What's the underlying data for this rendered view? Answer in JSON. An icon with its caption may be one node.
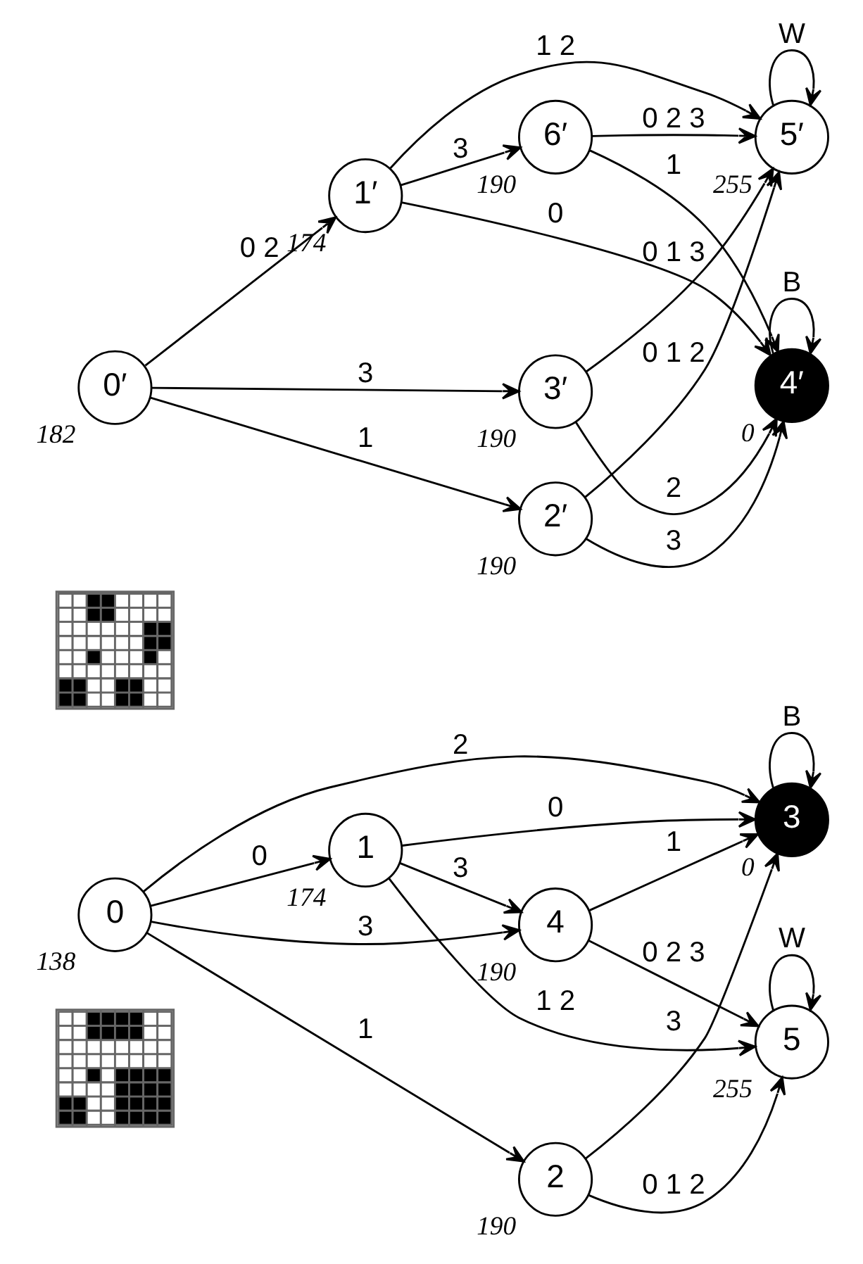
{
  "diagram": {
    "nodes": [
      {
        "text": [],
        "shape": "grid"
      },
      {
        "text": [
          "0"
        ],
        "beside": [
          "138"
        ]
      },
      {
        "text": [
          "1"
        ],
        "beside": [
          "174"
        ]
      },
      {
        "text": [
          "2"
        ],
        "beside": [
          "190"
        ]
      },
      {
        "text": [
          "3"
        ],
        "beside": [
          "0"
        ]
      },
      {
        "text": [
          "4"
        ],
        "beside": [
          "190"
        ]
      },
      {
        "text": [
          "5"
        ],
        "beside": [
          "255"
        ]
      },
      {
        "text": [],
        "shape": "grid"
      },
      {
        "text": [
          "0′"
        ],
        "beside": [
          "182"
        ]
      },
      {
        "text": [
          "1′"
        ],
        "beside": [
          "174"
        ]
      },
      {
        "text": [
          "2′"
        ],
        "beside": [
          "190"
        ]
      },
      {
        "text": [
          "3′"
        ],
        "beside": [
          "190"
        ]
      },
      {
        "text": [
          "4′"
        ],
        "beside": [
          "0"
        ]
      },
      {
        "text": [
          "5′"
        ],
        "beside": [
          "255"
        ]
      },
      {
        "text": [
          "6′"
        ],
        "beside": [
          "190"
        ]
      }
    ],
    "edges": [
      {
        "from": 1,
        "to": 2,
        "arrow": "to",
        "label": "0"
      },
      {
        "from": 1,
        "to": 3,
        "arrow": "to",
        "label": "1"
      },
      {
        "from": 1,
        "to": 4,
        "arrow": "to",
        "label": "2"
      },
      {
        "from": 1,
        "to": 5,
        "arrow": "to",
        "label": "3"
      },
      {
        "from": 2,
        "to": 6,
        "arrow": "to",
        "label": "1 2"
      },
      {
        "from": 2,
        "to": 4,
        "arrow": "to",
        "label": "0"
      },
      {
        "from": 2,
        "to": 5,
        "arrow": "to",
        "label": "3"
      },
      {
        "from": 3,
        "to": 6,
        "arrow": "to",
        "label": "0 1 2"
      },
      {
        "from": 3,
        "to": 4,
        "arrow": "to",
        "label": "3"
      },
      {
        "from": 5,
        "to": 4,
        "arrow": "to",
        "label": "1"
      },
      {
        "from": 5,
        "to": 6,
        "arrow": "to",
        "label": "0 2 3"
      },
      {
        "from": 4,
        "to": 4,
        "arrow": "to",
        "label": "B"
      },
      {
        "from": 6,
        "to": 6,
        "arrow": "to",
        "label": "W"
      },
      {
        "from": 8,
        "to": 9,
        "arrow": "to",
        "label": "0 2"
      },
      {
        "from": 8,
        "to": 10,
        "arrow": "to",
        "label": "1"
      },
      {
        "from": 8,
        "to": 11,
        "arrow": "to",
        "label": "3"
      },
      {
        "from": 9,
        "to": 14,
        "arrow": "to",
        "label": "3"
      },
      {
        "from": 9,
        "to": 12,
        "arrow": "to",
        "label": "0"
      },
      {
        "from": 9,
        "to": 13,
        "arrow": "to",
        "label": "1 2"
      },
      {
        "from": 10,
        "to": 12,
        "arrow": "to",
        "label": "3"
      },
      {
        "from": 10,
        "to": 13,
        "arrow": "to",
        "label": "0 1 2"
      },
      {
        "from": 11,
        "to": 13,
        "arrow": "to",
        "label": "0 1 3"
      },
      {
        "from": 11,
        "to": 12,
        "arrow": "to",
        "label": "2"
      },
      {
        "from": 14,
        "to": 12,
        "arrow": "to",
        "label": "1"
      },
      {
        "from": 14,
        "to": 13,
        "arrow": "to",
        "label": "0 2 3"
      },
      {
        "from": 12,
        "to": 12,
        "arrow": "to",
        "label": "B"
      },
      {
        "from": 13,
        "to": 13,
        "arrow": "to",
        "label": "W"
      }
    ]
  }
}
